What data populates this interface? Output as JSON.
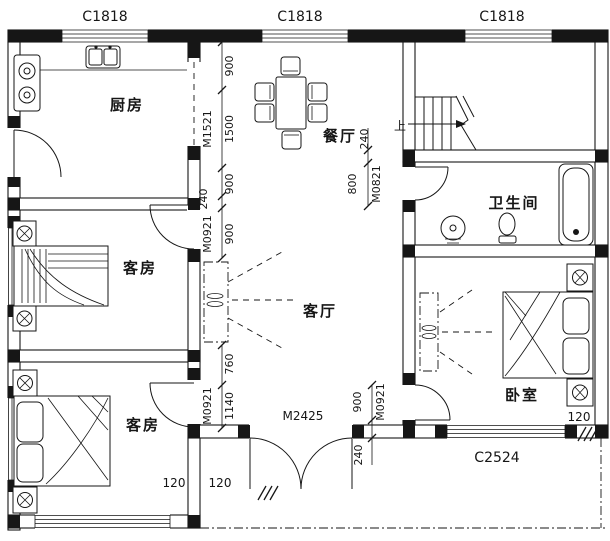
{
  "windows": {
    "top_left": "C1818",
    "top_mid": "C1818",
    "top_right": "C1818",
    "bottom": "C2524"
  },
  "rooms": {
    "kitchen": "厨房",
    "dining": "餐厅",
    "guest_mid": "客房",
    "living": "客厅",
    "bathroom": "卫生间",
    "guest_bottom": "客房",
    "bedroom": "卧室"
  },
  "stairs": {
    "up": "上"
  },
  "doors": {
    "kitchen_dining": "M1521",
    "guest_mid": "M0921",
    "guest_bottom": "M0921",
    "bathroom": "M0821",
    "bedroom": "M0921",
    "main": "M2425"
  },
  "dims": {
    "top_900": "900",
    "opening_1500": "1500",
    "mid_900": "900",
    "wall_240": "240",
    "guest_mid_900": "900",
    "left_760": "760",
    "left_1140": "1140",
    "stair_240": "240",
    "bath_800": "800",
    "bed_900": "900",
    "bed_240": "240",
    "wall_120_a": "120",
    "wall_120_b": "120",
    "bed_120": "120"
  },
  "colors": {
    "line": "#161616",
    "background": "#ffffff"
  }
}
